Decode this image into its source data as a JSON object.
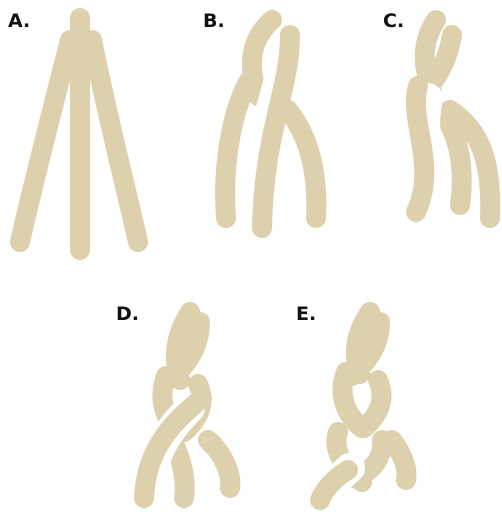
{
  "colors": {
    "strand": "#DDD0AC",
    "background": "#FFFFFF",
    "label": "#111111"
  },
  "steps": [
    {
      "label": "A."
    },
    {
      "label": "B."
    },
    {
      "label": "C."
    },
    {
      "label": "D."
    },
    {
      "label": "E."
    }
  ]
}
